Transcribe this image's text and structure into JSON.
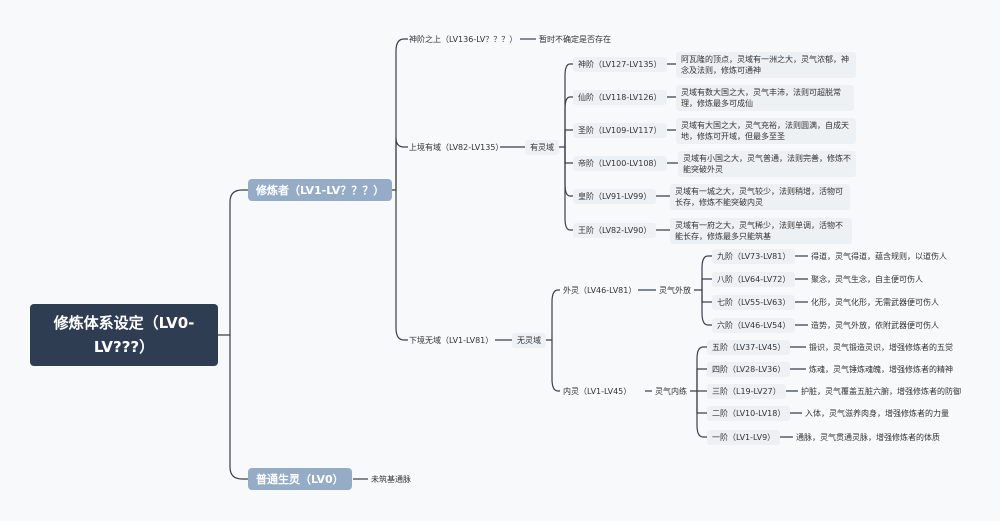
{
  "root": {
    "title": "修炼体系设定（LV0-LV???）"
  },
  "cultivator": {
    "label": "修炼者（LV1-LV？？？）",
    "god": {
      "label": "神阶之上（LV136-LV？？？）",
      "note": "暂时不确定是否存在"
    },
    "upper": {
      "label": "上境有域（LV82-LV135）",
      "domain": "有灵域",
      "stages": [
        {
          "label": "神阶（LV127-LV135）",
          "desc": "阿瓦隆的顶点，灵域有一洲之大，灵气浓郁，神念及法则，修炼可通神"
        },
        {
          "label": "仙阶（LV118-LV126）",
          "desc": "灵域有数大国之大，灵气丰沛，法则可超脱常理，修炼最多可成仙"
        },
        {
          "label": "圣阶（LV109-LV117）",
          "desc": "灵域有大国之大，灵气充裕，法则圆满，自成天地，修炼可开域，但最多至圣"
        },
        {
          "label": "帝阶（LV100-LV108）",
          "desc": "灵域有小国之大，灵气普通，法则完善，修炼不能突破外灵"
        },
        {
          "label": "皇阶（LV91-LV99）",
          "desc": "灵域有一城之大，灵气较少，法则稍增，活物可长存，修炼不能突破内灵"
        },
        {
          "label": "王阶（LV82-LV90）",
          "desc": "灵域有一府之大，灵气稀少，法则单调，活物不能长存，修炼最多只能筑基"
        }
      ]
    },
    "lower": {
      "label": "下境无域（LV1-LV81）",
      "domain": "无灵域",
      "outer": {
        "label": "外灵（LV46-LV81）",
        "method": "灵气外放",
        "stages": [
          {
            "label": "九阶（LV73-LV81）",
            "desc": "得道，灵气得道，蕴含规则，以道伤人"
          },
          {
            "label": "八阶（LV64-LV72）",
            "desc": "聚念，灵气生念，自主便可伤人"
          },
          {
            "label": "七阶（LV55-LV63）",
            "desc": "化形，灵气化形，无需武器便可伤人"
          },
          {
            "label": "六阶（LV46-LV54）",
            "desc": "造势，灵气外放，依附武器便可伤人"
          }
        ]
      },
      "inner": {
        "label": "内灵（LV1-LV45）",
        "method": "灵气内练",
        "stages": [
          {
            "label": "五阶（LV37-LV45）",
            "desc": "锻识，灵气锻造灵识，增强修炼者的五觉"
          },
          {
            "label": "四阶（LV28-LV36）",
            "desc": "炼魂，灵气锤炼魂魄，增强修炼者的精神"
          },
          {
            "label": "三阶（L19-LV27）",
            "desc": "护脏，灵气覆盖五脏六腑，增强修炼者的防御"
          },
          {
            "label": "二阶（LV10-LV18）",
            "desc": "入体，灵气滋养肉身，增强修炼者的力量"
          },
          {
            "label": "一阶（LV1-LV9）",
            "desc": "通脉，灵气贯通灵脉，增强修炼者的体质"
          }
        ]
      }
    }
  },
  "ordinary": {
    "label": "普通生灵（LV0）",
    "note": "未筑基通脉"
  },
  "colors": {
    "root": "#2f3d52",
    "main": "#94acc6",
    "sub": "#eef1f4",
    "line": "#3a3f48",
    "bg": "#f7f9fb"
  }
}
